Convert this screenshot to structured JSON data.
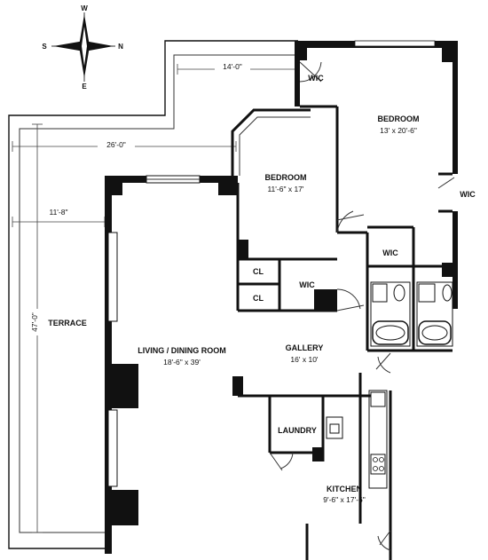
{
  "compass": {
    "north": "N",
    "south": "S",
    "east": "E",
    "west": "W"
  },
  "rooms": {
    "bedroom_master": {
      "name": "BEDROOM",
      "size": "13' x 20'-6\""
    },
    "bedroom_second": {
      "name": "BEDROOM",
      "size": "11'-6\" x 17'"
    },
    "living": {
      "name": "LIVING / DINING ROOM",
      "size": "18'-6\" x 39'"
    },
    "gallery": {
      "name": "GALLERY",
      "size": "16' x 10'"
    },
    "laundry": {
      "name": "LAUNDRY"
    },
    "kitchen": {
      "name": "KITCHEN",
      "size": "9'-6\" x 17'-6\""
    },
    "terrace": {
      "name": "TERRACE"
    },
    "wic_top": "WIC",
    "wic_right": "WIC",
    "wic_mid": "WIC",
    "wic_inner": "WIC",
    "cl_top": "CL",
    "cl_bottom": "CL"
  },
  "dimensions": {
    "top": "14'-0\"",
    "middle": "26'-0\"",
    "terrace_width": "11'-8\"",
    "terrace_height": "47'-0\""
  }
}
